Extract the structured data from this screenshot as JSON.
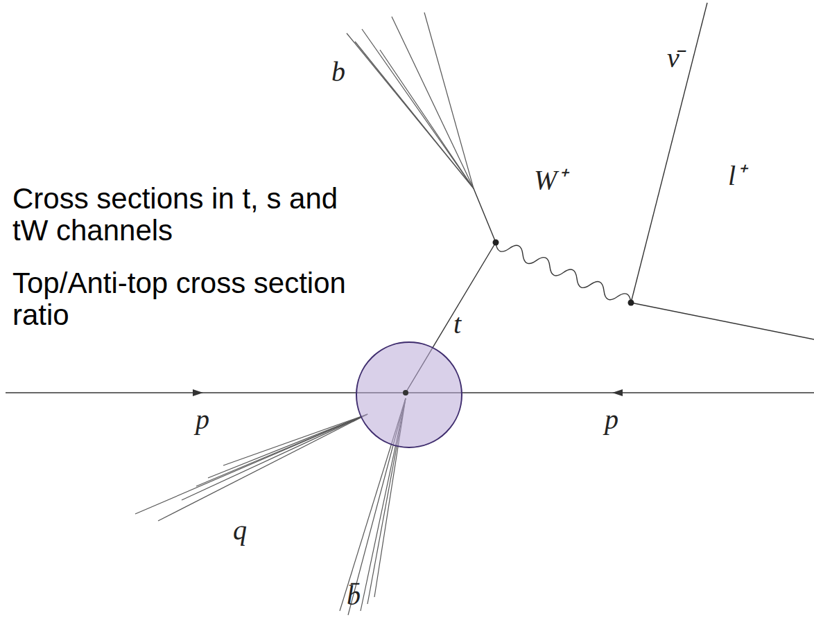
{
  "diagram": {
    "labels": [
      "Cross sections in t, s and tW channels",
      "Top/Anti-top cross section ratio",
      "b",
      "ν̄",
      "W⁺",
      "l⁺",
      "t",
      "p",
      "p",
      "q",
      "b̄"
    ]
  }
}
